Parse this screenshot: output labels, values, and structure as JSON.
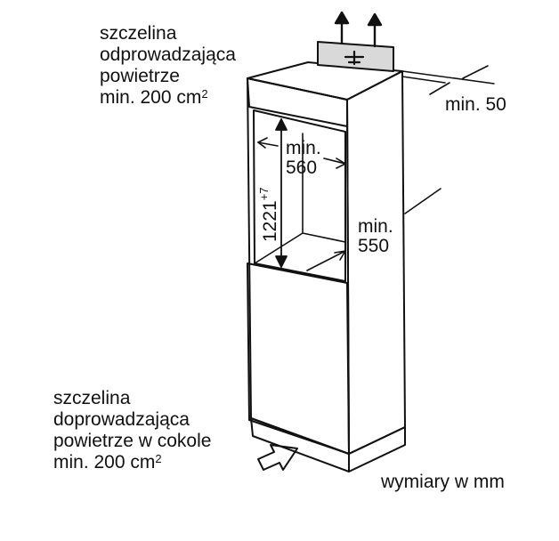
{
  "exhaust": {
    "line1": "szczelina",
    "line2": "odprowadzająca",
    "line3": "powietrze",
    "line4_prefix": "min. 200 cm",
    "line4_sup": "2"
  },
  "intake": {
    "line1": "szczelina",
    "line2": "doprowadzająca",
    "line3": "powietrze w cokole",
    "line4_prefix": "min. 200 cm",
    "line4_sup": "2"
  },
  "dimensions": {
    "gap_top": "min. 50",
    "niche_width_line1": "min.",
    "niche_width_line2": "560",
    "niche_depth_line1": "min.",
    "niche_depth_line2": "550",
    "niche_height_base": "1221",
    "niche_height_tol": "+7"
  },
  "note": "wymiary w mm",
  "colors": {
    "stroke": "#111111",
    "grille": "#d9d9d9",
    "background": "#ffffff"
  }
}
